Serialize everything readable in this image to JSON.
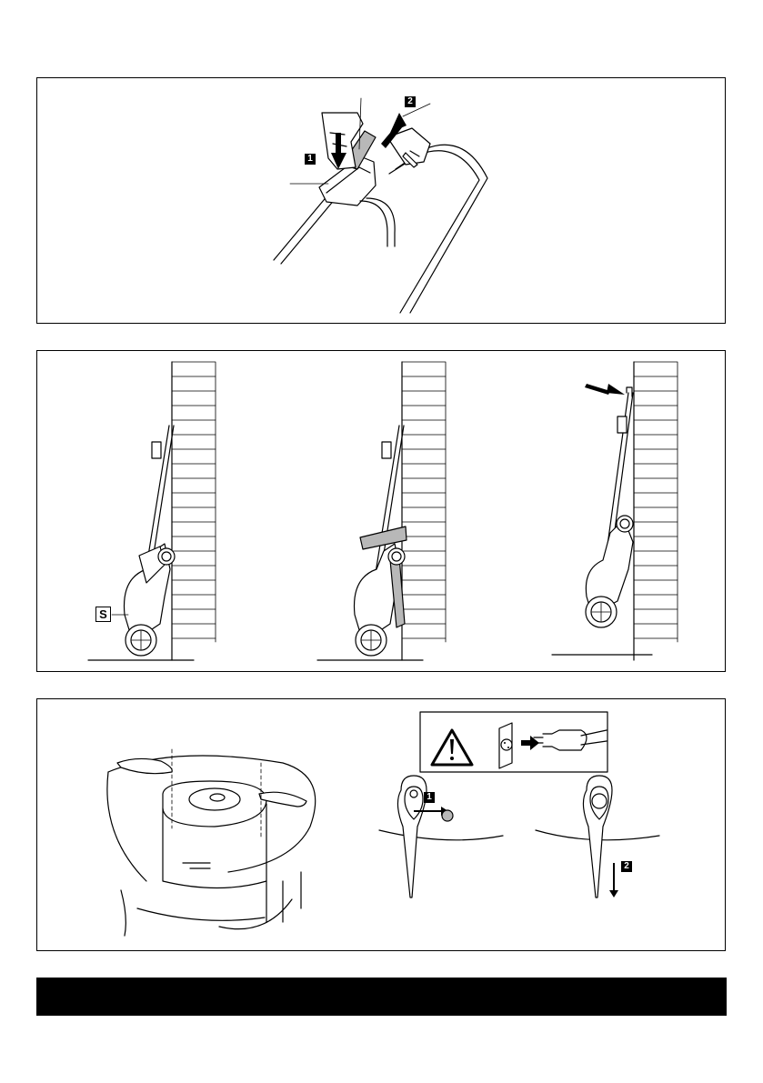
{
  "panel1": {
    "step1_label": "1",
    "step2_label": "2"
  },
  "panel2": {
    "side_label": "S"
  },
  "panel3": {
    "step1_label": "1",
    "step2_label": "2"
  },
  "icons": {
    "panel1": [
      "hand-icon",
      "handle-lever-icon",
      "down-arrow-icon",
      "up-arrow-icon",
      "cable-icon"
    ],
    "panel2": [
      "mower-storage-icon",
      "wall-icon",
      "arrow-icon"
    ],
    "panel3": [
      "warning-icon",
      "socket-icon",
      "plug-icon",
      "blade-icon",
      "disc-icon"
    ]
  }
}
